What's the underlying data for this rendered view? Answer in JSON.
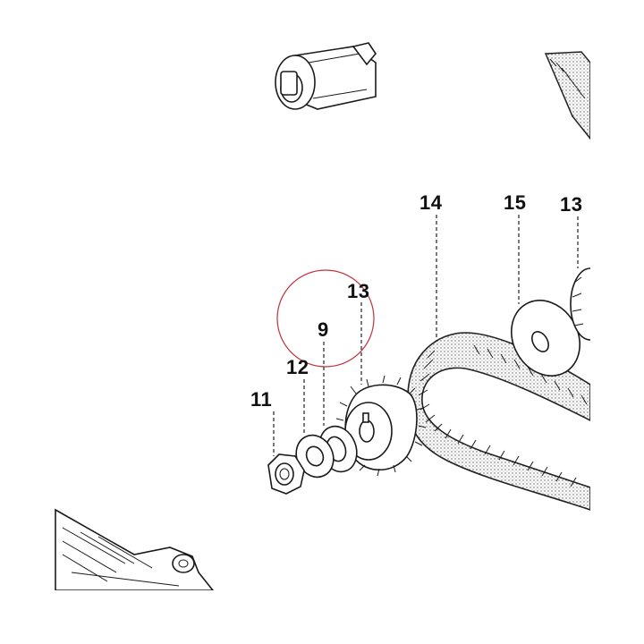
{
  "callouts": {
    "c14": "14",
    "c15": "15",
    "c13_right": "13",
    "c13_gear": "13",
    "c9": "9",
    "c12": "12",
    "c11": "11"
  },
  "highlight_color": "#c0313d"
}
